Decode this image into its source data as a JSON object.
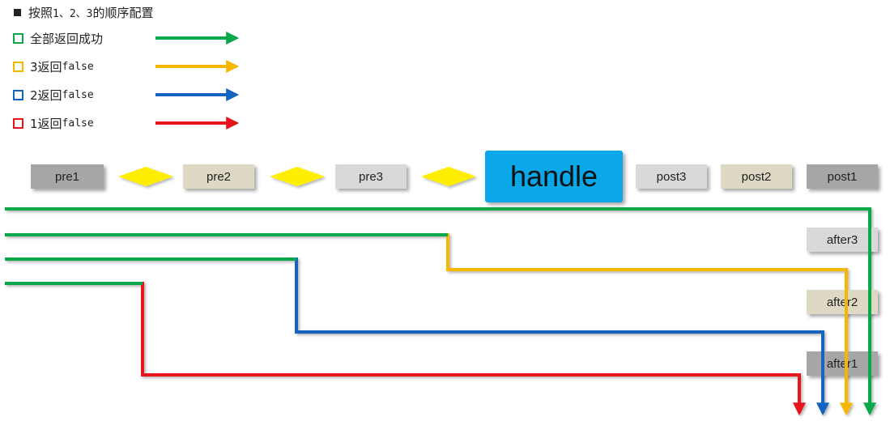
{
  "title": {
    "prefix": "按照",
    "mono": "1、2、3",
    "suffix": "的顺序配置"
  },
  "legend": [
    {
      "label": "全部返回成功",
      "mono": "",
      "color": "#0aa84a"
    },
    {
      "label": "3返回",
      "mono": "false",
      "color": "#f5b800"
    },
    {
      "label": "2返回",
      "mono": "false",
      "color": "#1464c0"
    },
    {
      "label": "1返回",
      "mono": "false",
      "color": "#e8141b"
    }
  ],
  "nodes": {
    "pre1": "pre1",
    "pre2": "pre2",
    "pre3": "pre3",
    "handle": "handle",
    "post3": "post3",
    "post2": "post2",
    "post1": "post1",
    "after3": "after3",
    "after2": "after2",
    "after1": "after1"
  },
  "colors": {
    "green": "#0aa84a",
    "yellow": "#f5b800",
    "blue": "#1464c0",
    "red": "#e8141b",
    "handle": "#0aa8e8",
    "diamond": "#ffee00",
    "pre1": "#a6a6a6",
    "pre2": "#ddd9c4",
    "pre3": "#d9d9d9"
  }
}
